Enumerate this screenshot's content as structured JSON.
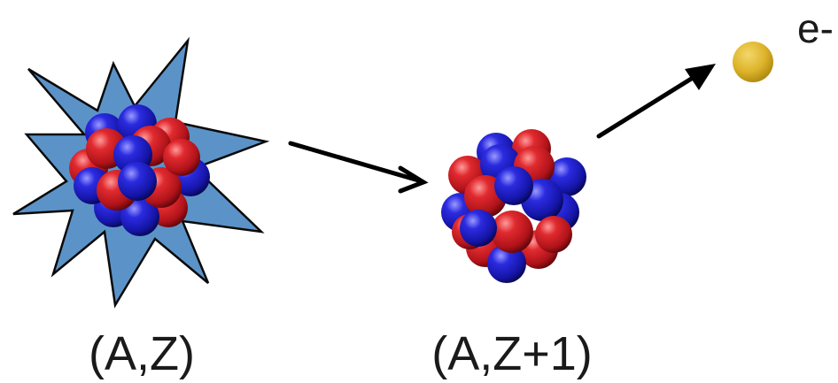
{
  "labels": {
    "parent": "(A,Z)",
    "daughter": "(A,Z+1)",
    "electron": "e-"
  },
  "colors": {
    "proton": "#c8161d",
    "neutron": "#1c1cb8",
    "burst": "#5b93c8",
    "burst_stroke": "#0a0a0a",
    "electron": "#e0b92c",
    "arrow": "#000000",
    "text": "#1a1a1a"
  },
  "icons": {
    "burst": "excitation-starburst",
    "nucleon": "sphere",
    "electron": "sphere"
  }
}
